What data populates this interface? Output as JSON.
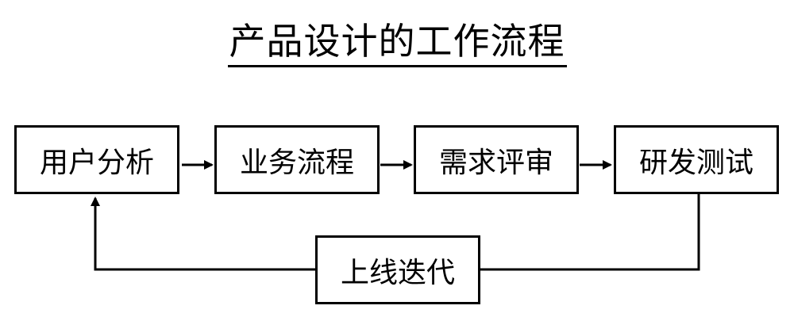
{
  "title": "产品设计的工作流程",
  "nodes": {
    "user_analysis": "用户分析",
    "business_process": "业务流程",
    "requirement_review": "需求评审",
    "dev_testing": "研发测试",
    "release_iteration": "上线迭代"
  }
}
